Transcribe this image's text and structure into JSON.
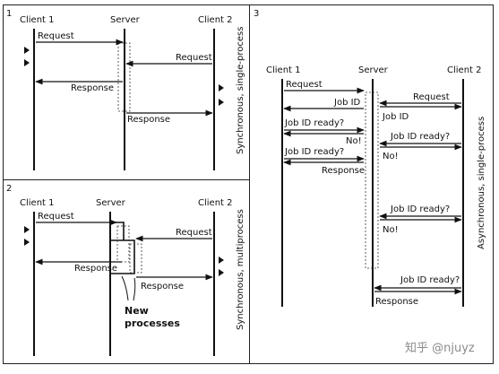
{
  "panels": [
    {
      "number": "1",
      "side_label": "Synchronous, single-process"
    },
    {
      "number": "2",
      "side_label": "Synchronous, multiprocess",
      "note_line1": "New",
      "note_line2": "processes"
    },
    {
      "number": "3",
      "side_label": "Asynchronous, single-process"
    }
  ],
  "actors": {
    "client1": "Client 1",
    "server": "Server",
    "client2": "Client 2"
  },
  "messages": {
    "request": "Request",
    "response": "Response",
    "job_id": "Job ID",
    "job_id_ready": "Job ID ready?",
    "no": "No!"
  },
  "watermark": "知乎 @njuyz"
}
